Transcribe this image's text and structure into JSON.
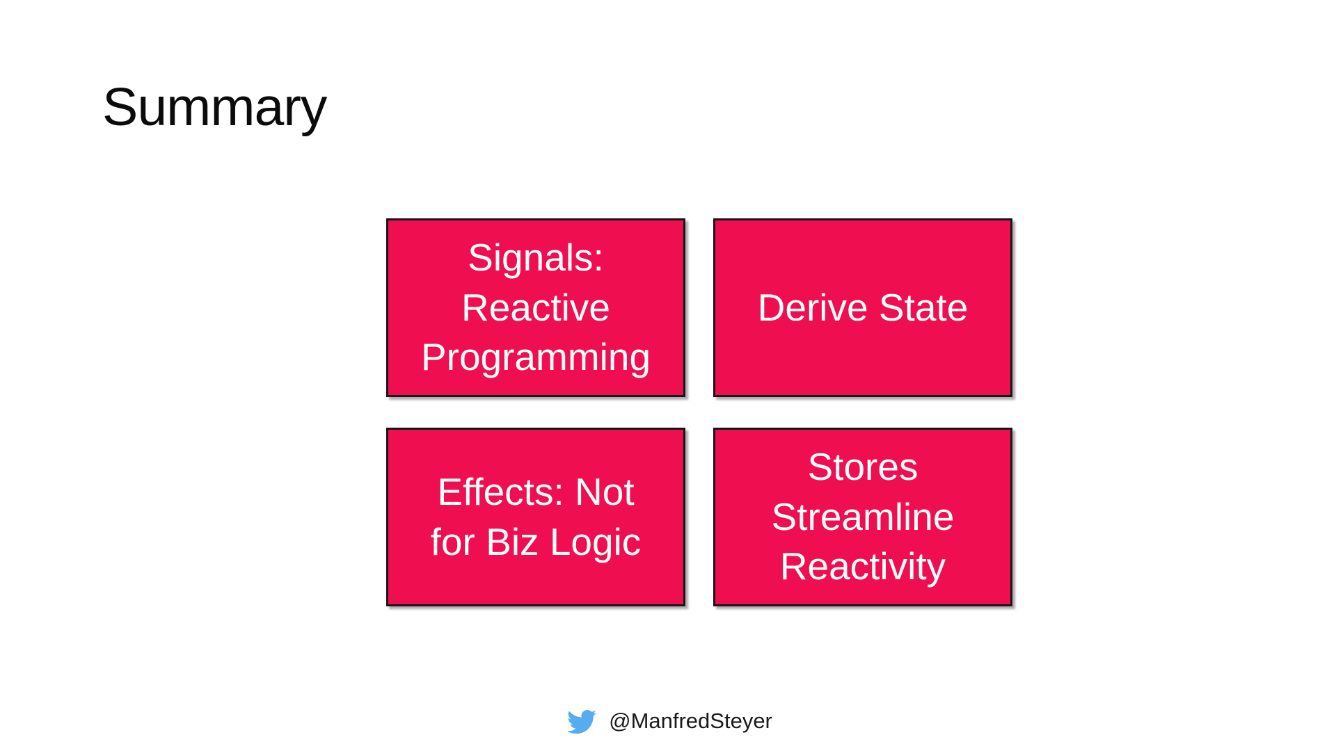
{
  "slide": {
    "title": "Summary",
    "boxes": [
      {
        "label": "Signals:\nReactive\nProgramming"
      },
      {
        "label": "Derive State"
      },
      {
        "label": "Effects: Not\nfor Biz Logic"
      },
      {
        "label": "Stores\nStreamline\nReactivity"
      }
    ],
    "footer": {
      "twitter_handle": "@ManfredSteyer",
      "twitter_icon": "twitter-bird-icon"
    }
  },
  "colors": {
    "background": "#FFFFFF",
    "box-fill": "#EF0E50",
    "box-border": "#161616",
    "box-text": "#FFFFFF",
    "title-text": "#0B0B0B",
    "footer-text": "#1A1A1A",
    "twitter-blue": "#55ACEE"
  }
}
